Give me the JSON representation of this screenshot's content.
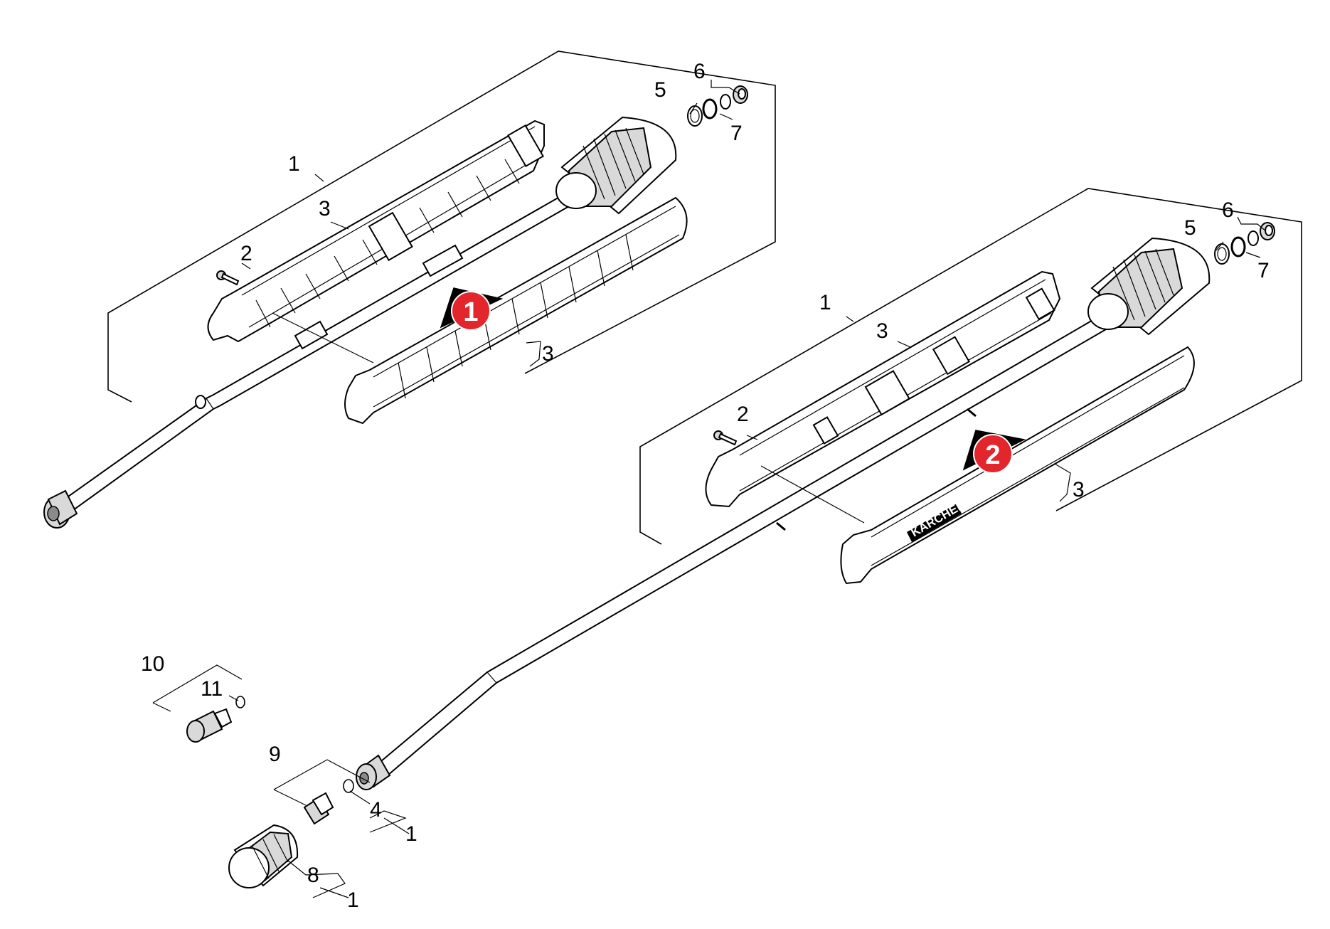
{
  "callouts": {
    "a": {
      "p1": "1",
      "p2": "2",
      "p3a": "3",
      "p3b": "3",
      "p5": "5",
      "p6": "6",
      "p7": "7"
    },
    "b": {
      "p1": "1",
      "p2": "2",
      "p3a": "3",
      "p3b": "3",
      "p5": "5",
      "p6": "6",
      "p7": "7"
    },
    "loose": {
      "p4": "4",
      "p4_1": "1",
      "p8": "8",
      "p8_1": "1",
      "p9": "9",
      "p10": "10",
      "p11": "11"
    }
  },
  "badges": {
    "b1": "1",
    "b2": "2"
  },
  "colors": {
    "badge": "#e3262b",
    "stroke": "#000000",
    "fill_grey": "#d9d9d9"
  },
  "brand_text": "KÄRCHER"
}
